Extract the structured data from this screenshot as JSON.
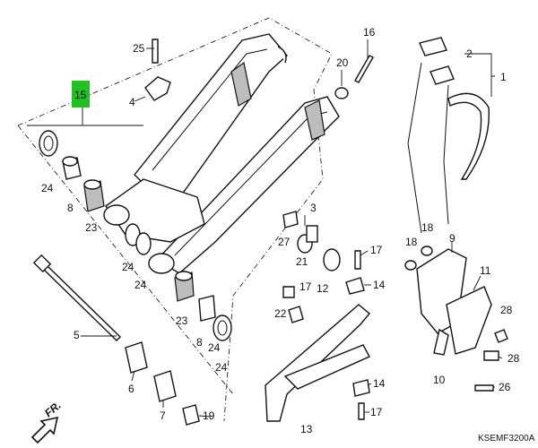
{
  "callouts": [
    {
      "id": "c1",
      "text": "1"
    },
    {
      "id": "c2",
      "text": "2"
    },
    {
      "id": "c3",
      "text": "3"
    },
    {
      "id": "c4",
      "text": "4"
    },
    {
      "id": "c5",
      "text": "5"
    },
    {
      "id": "c6",
      "text": "6"
    },
    {
      "id": "c7",
      "text": "7"
    },
    {
      "id": "c8a",
      "text": "8"
    },
    {
      "id": "c8b",
      "text": "8"
    },
    {
      "id": "c9",
      "text": "9"
    },
    {
      "id": "c10",
      "text": "10"
    },
    {
      "id": "c11",
      "text": "11"
    },
    {
      "id": "c12",
      "text": "12"
    },
    {
      "id": "c13",
      "text": "13"
    },
    {
      "id": "c14a",
      "text": "14"
    },
    {
      "id": "c14b",
      "text": "14"
    },
    {
      "id": "c15",
      "text": "15"
    },
    {
      "id": "c16",
      "text": "16"
    },
    {
      "id": "c17a",
      "text": "17"
    },
    {
      "id": "c17b",
      "text": "17"
    },
    {
      "id": "c17c",
      "text": "17"
    },
    {
      "id": "c18a",
      "text": "18"
    },
    {
      "id": "c18b",
      "text": "18"
    },
    {
      "id": "c19",
      "text": "19"
    },
    {
      "id": "c20",
      "text": "20"
    },
    {
      "id": "c21",
      "text": "21"
    },
    {
      "id": "c22",
      "text": "22"
    },
    {
      "id": "c23a",
      "text": "23"
    },
    {
      "id": "c23b",
      "text": "23"
    },
    {
      "id": "c24a",
      "text": "24"
    },
    {
      "id": "c24b",
      "text": "24"
    },
    {
      "id": "c24c",
      "text": "24"
    },
    {
      "id": "c24d",
      "text": "24"
    },
    {
      "id": "c24e",
      "text": "24"
    },
    {
      "id": "c25",
      "text": "25"
    },
    {
      "id": "c26",
      "text": "26"
    },
    {
      "id": "c27",
      "text": "27"
    },
    {
      "id": "c28a",
      "text": "28"
    },
    {
      "id": "c28b",
      "text": "28"
    }
  ],
  "direction_label": "FR.",
  "diagram_code": "KSEMF3200A",
  "highlight_color": "#22c022"
}
